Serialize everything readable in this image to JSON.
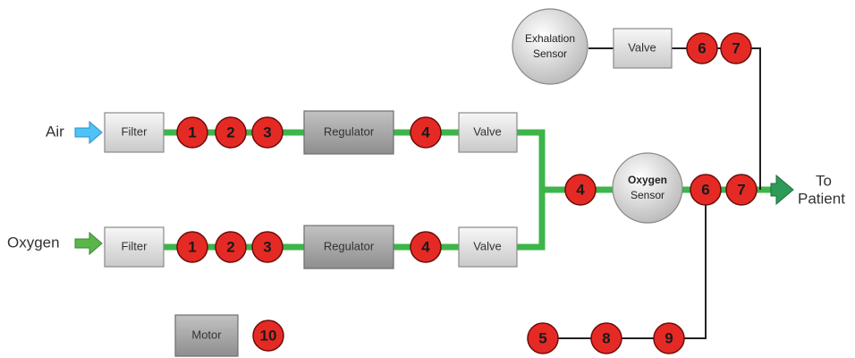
{
  "colors": {
    "pipe": "#3cb54a",
    "signal_line": "#222222",
    "node_fill": "#e52a25",
    "node_stroke": "#6b0d0a",
    "air_arrow": "#4fc3f7",
    "oxygen_arrow": "#5ab54a",
    "outlet_arrow": "#2e9a57"
  },
  "inputs": {
    "air": "Air",
    "oxygen": "Oxygen"
  },
  "output": {
    "line1": "To",
    "line2": "Patient"
  },
  "components": {
    "filter_air": "Filter",
    "filter_oxygen": "Filter",
    "regulator_air": "Regulator",
    "regulator_oxygen": "Regulator",
    "valve_air": "Valve",
    "valve_oxygen": "Valve",
    "valve_exhalation": "Valve",
    "motor": "Motor"
  },
  "sensors": {
    "exhalation": {
      "line1": "Exhalation",
      "line2": "Sensor"
    },
    "oxygen": {
      "line1": "Oxygen",
      "line2": "Sensor"
    }
  },
  "nodes": {
    "air_1": "1",
    "air_2": "2",
    "air_3": "3",
    "air_4": "4",
    "oxygen_1": "1",
    "oxygen_2": "2",
    "oxygen_3": "3",
    "oxygen_4": "4",
    "mix_4": "4",
    "outlet_6": "6",
    "outlet_7": "7",
    "exhalation_6": "6",
    "exhalation_7": "7",
    "bottom_5": "5",
    "bottom_8": "8",
    "bottom_9": "9",
    "motor_10": "10"
  }
}
